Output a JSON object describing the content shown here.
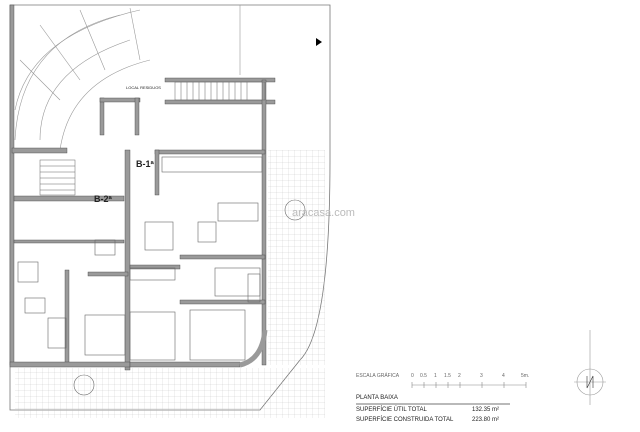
{
  "plan": {
    "rooms": {
      "local_residuos": "LOCAL RESIDUOS",
      "unit_b1": "B-1ª",
      "unit_b2": "B-2ª"
    },
    "watermark": "aracasa.com"
  },
  "scale": {
    "label": "ESCALA GRÁFICA",
    "ticks": [
      "0",
      "0.5",
      "1",
      "1.5",
      "2",
      "3",
      "4",
      "5m."
    ]
  },
  "info": {
    "title": "PLANTA BAIXA",
    "rows": [
      {
        "label": "SUPERFÍCIE ÚTIL TOTAL",
        "value": "132.35 m²"
      },
      {
        "label": "SUPERFÍCIE CONSTRUIDA TOTAL",
        "value": "223.80 m²"
      }
    ]
  },
  "colors": {
    "wall": "#9a9a9a",
    "line": "#555555"
  }
}
